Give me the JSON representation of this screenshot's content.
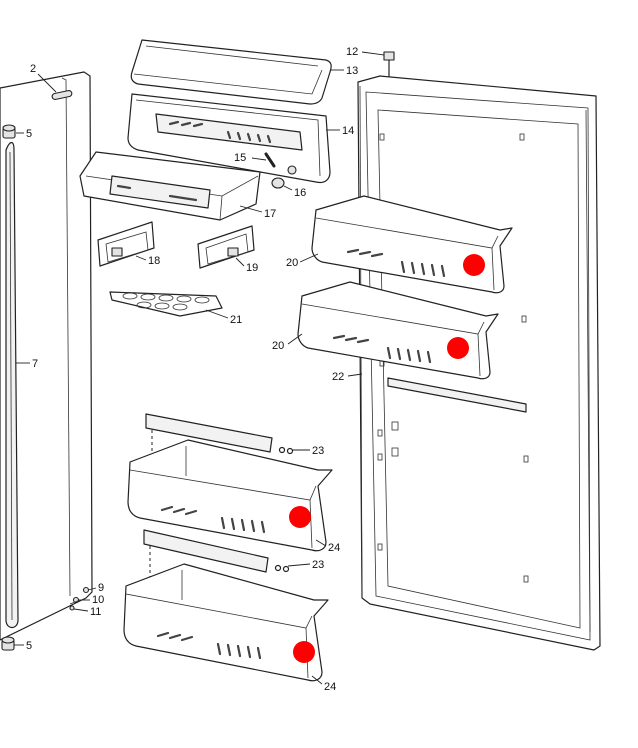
{
  "callouts": {
    "c2": "2",
    "c5a": "5",
    "c5b": "5",
    "c7": "7",
    "c9": "9",
    "c10": "10",
    "c11": "11",
    "c12": "12",
    "c13": "13",
    "c14": "14",
    "c15": "15",
    "c16": "16",
    "c17": "17",
    "c18": "18",
    "c19": "19",
    "c20a": "20",
    "c20b": "20",
    "c21": "21",
    "c22": "22",
    "c23a": "23",
    "c23b": "23",
    "c24a": "24",
    "c24b": "24"
  },
  "colors": {
    "marker": "#ff0000",
    "line": "#222222"
  }
}
